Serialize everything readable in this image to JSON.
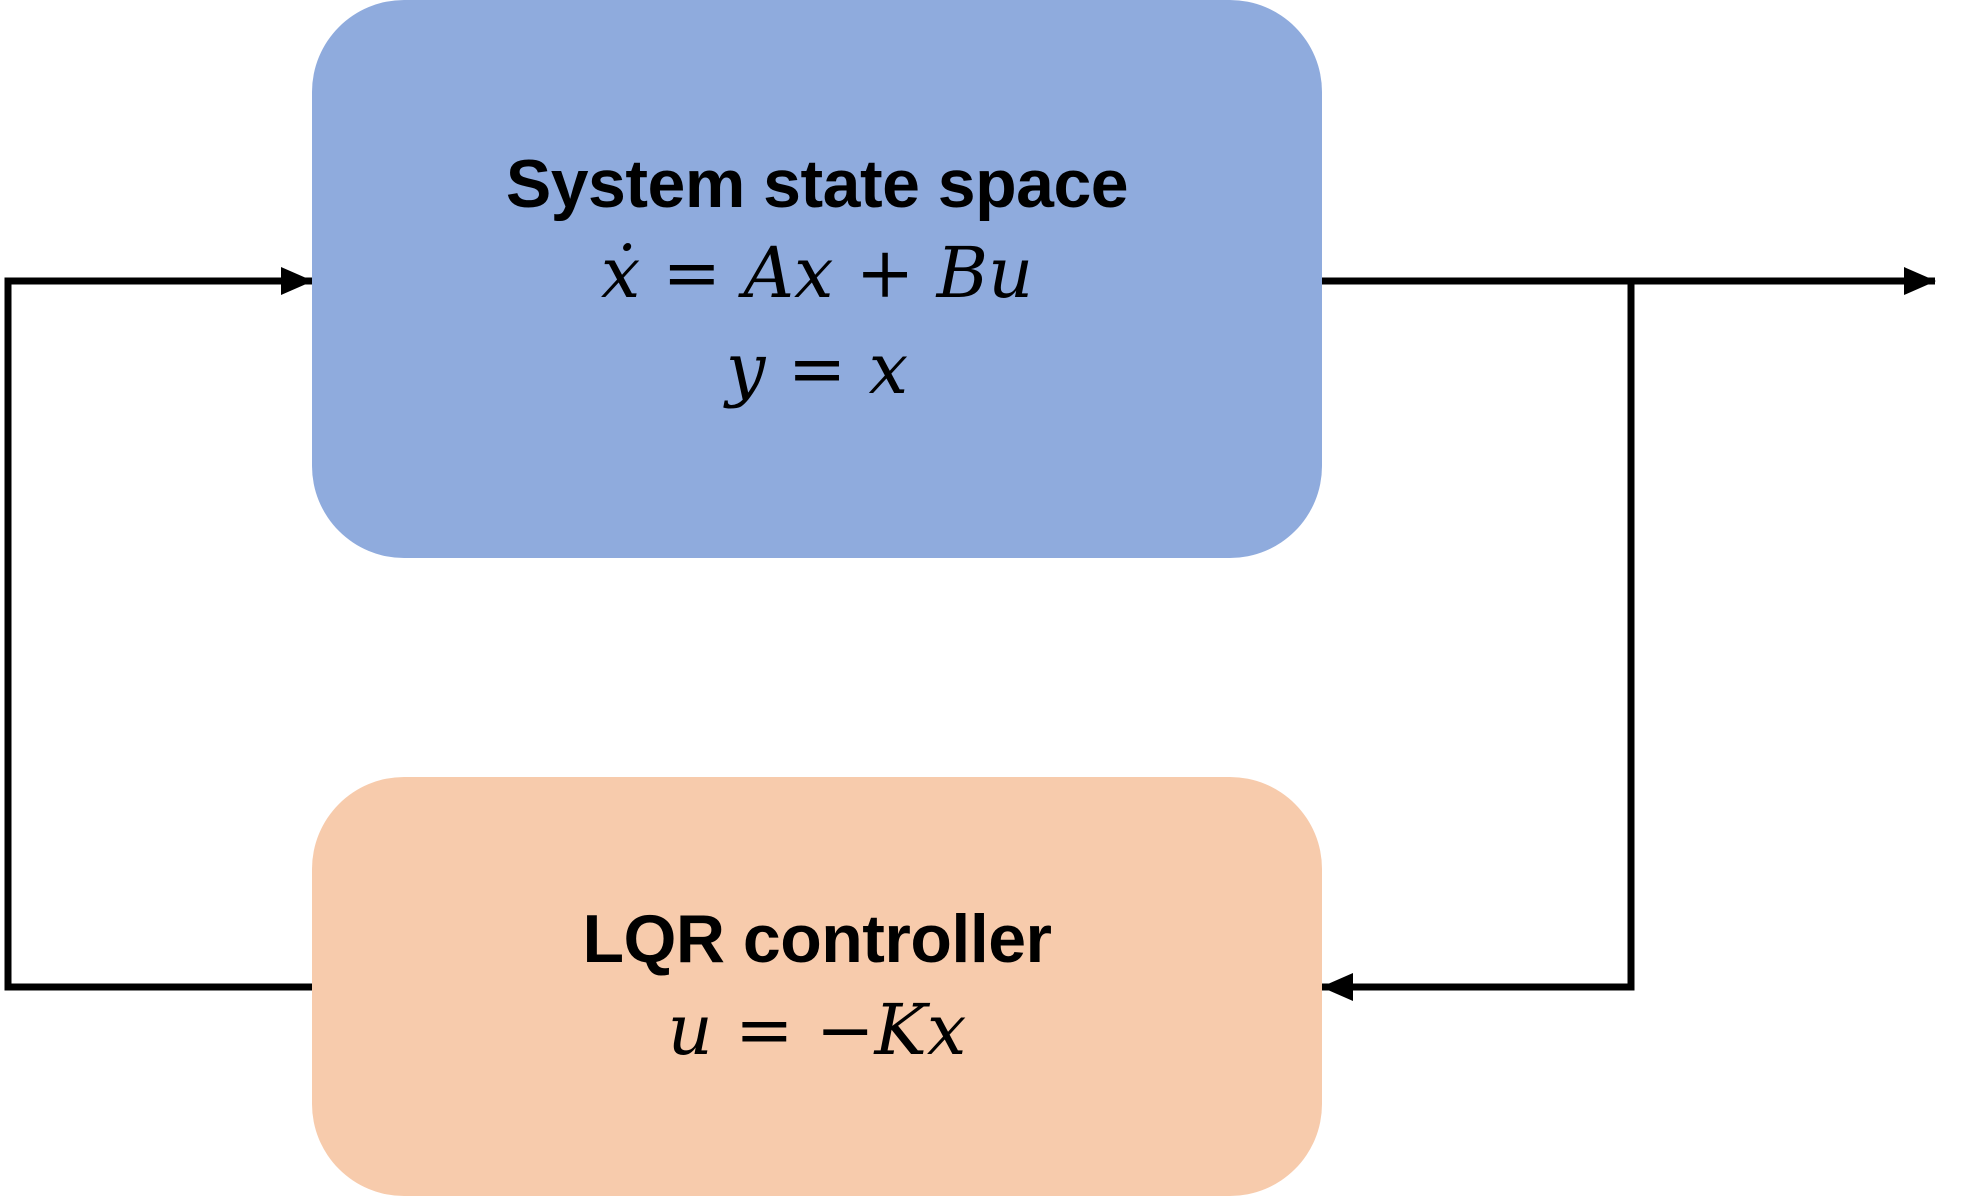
{
  "diagram": {
    "system_block": {
      "title": "System state space",
      "equation_1": "ẋ = Ax + Bu",
      "equation_2": "y = x",
      "fill": "#8FABDD"
    },
    "controller_block": {
      "title": "LQR controller",
      "equation": "u = −Kx",
      "fill": "#F7CBAC"
    },
    "connector_color": "#000000"
  }
}
